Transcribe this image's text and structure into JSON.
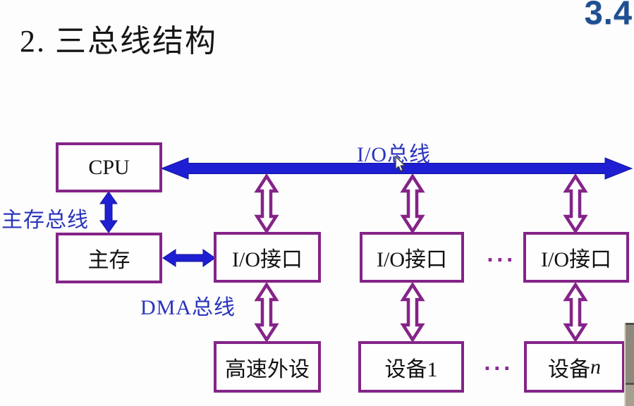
{
  "slide": {
    "title": "2. 三总线结构",
    "section_number": "3.4"
  },
  "diagram": {
    "bus_labels": {
      "io_bus": "I/O总线",
      "memory_bus": "主存总线",
      "dma_bus": "DMA总线"
    },
    "boxes": {
      "cpu": "CPU",
      "main_memory": "主存",
      "io_interface_1": "I/O接口",
      "io_interface_2": "I/O接口",
      "io_interface_3": "I/O接口",
      "high_speed_peripheral": "高速外设",
      "device_1": "设备1",
      "device_n_prefix": "设备",
      "device_n_suffix": "n"
    },
    "ellipsis_top": "...",
    "ellipsis_bottom": "...",
    "colors": {
      "bus_blue": "#1e1ed2",
      "bus_blue_edge": "#14149e",
      "box_border_purple": "#842488",
      "label_blue": "#2a34bc",
      "section_blue": "#1d4f92"
    },
    "icons": {
      "cursor": "mouse-pointer"
    }
  }
}
